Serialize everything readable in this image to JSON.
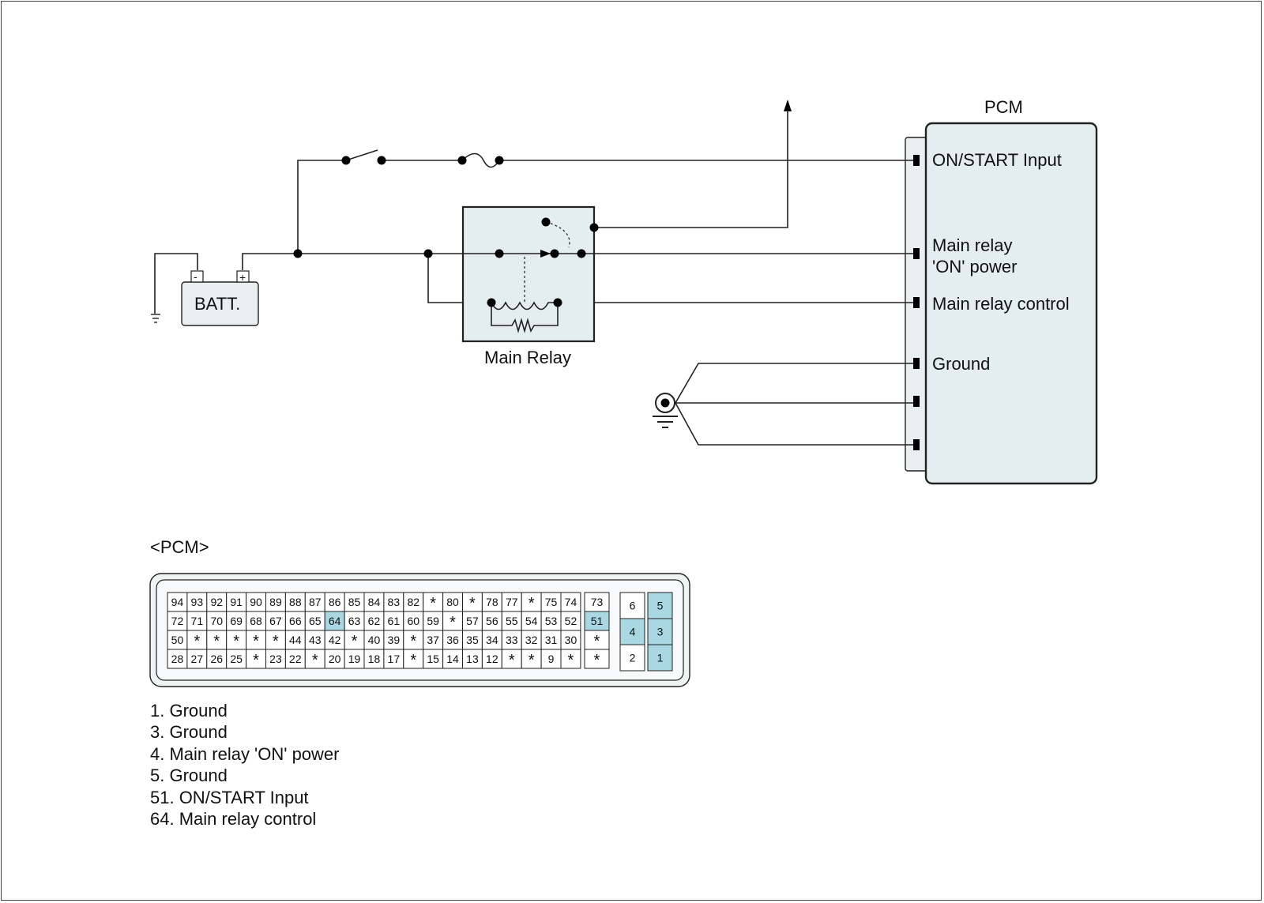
{
  "pcm": {
    "title": "PCM",
    "terminals": [
      {
        "id": "on_start",
        "label": "ON/START Input"
      },
      {
        "id": "relay_power",
        "label_line1": "Main relay",
        "label_line2": "'ON' power"
      },
      {
        "id": "relay_control",
        "label": "Main relay control"
      },
      {
        "id": "ground",
        "label": "Ground"
      }
    ]
  },
  "battery": {
    "label": "BATT.",
    "neg": "-",
    "pos": "+"
  },
  "relay": {
    "label": "Main Relay"
  },
  "connector": {
    "title": "<PCM>",
    "highlight_color": "#a9d8e3",
    "main_rows": [
      [
        "94",
        "93",
        "92",
        "91",
        "90",
        "89",
        "88",
        "87",
        "86",
        "85",
        "84",
        "83",
        "82",
        "*",
        "80",
        "*",
        "78",
        "77",
        "*",
        "75",
        "74"
      ],
      [
        "72",
        "71",
        "70",
        "69",
        "68",
        "67",
        "66",
        "65",
        "64",
        "63",
        "62",
        "61",
        "60",
        "59",
        "*",
        "57",
        "56",
        "55",
        "54",
        "53",
        "52"
      ],
      [
        "50",
        "*",
        "*",
        "*",
        "*",
        "*",
        "44",
        "43",
        "42",
        "*",
        "40",
        "39",
        "*",
        "37",
        "36",
        "35",
        "34",
        "33",
        "32",
        "31",
        "30"
      ],
      [
        "28",
        "27",
        "26",
        "25",
        "*",
        "23",
        "22",
        "*",
        "20",
        "19",
        "18",
        "17",
        "*",
        "15",
        "14",
        "13",
        "12",
        "*",
        "*",
        "9",
        "*"
      ]
    ],
    "side_column": [
      "73",
      "51",
      "*",
      "*"
    ],
    "small_left": [
      "6",
      "4",
      "2"
    ],
    "small_right": [
      "5",
      "3",
      "1"
    ],
    "highlighted": [
      "64",
      "51",
      "4",
      "5",
      "3",
      "1"
    ]
  },
  "legend": [
    "1. Ground",
    "3. Ground",
    "4. Main relay 'ON' power",
    "5. Ground",
    "51. ON/START Input",
    "64. Main relay control"
  ]
}
